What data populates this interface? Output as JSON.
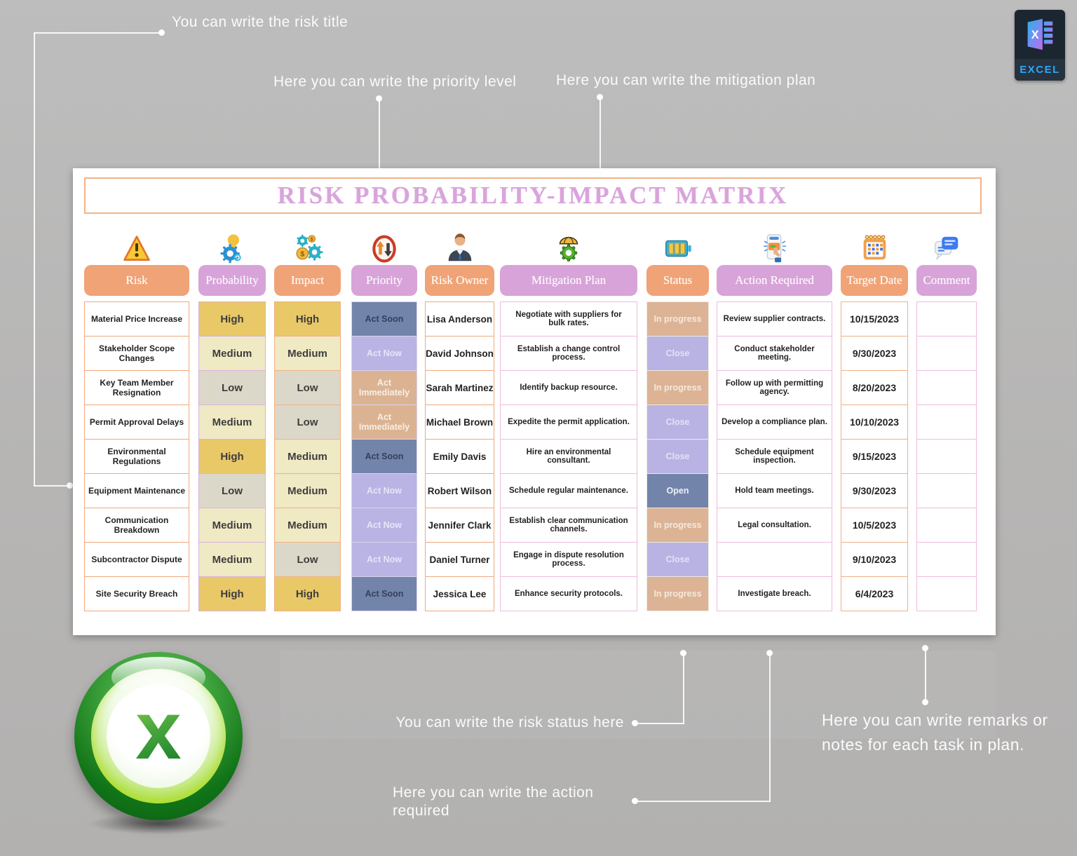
{
  "annotations": {
    "risk_title": "You can write the risk title",
    "priority_level": "Here you can write the priority level",
    "mitigation_plan": "Here you can write the mitigation plan",
    "risk_status": "You can write the risk status here",
    "action_required": "Here you can write the action required",
    "remarks": "Here you can write remarks or notes for each task in plan."
  },
  "excel_badge": {
    "label": "EXCEL"
  },
  "matrix": {
    "title": "RISK PROBABILITY-IMPACT MATRIX",
    "columns": [
      {
        "id": "risk",
        "label": "Risk",
        "icon": "warning-icon",
        "header_color": "orange"
      },
      {
        "id": "probability",
        "label": "Probability",
        "icon": "probability-bulb-gear-icon",
        "header_color": "plum"
      },
      {
        "id": "impact",
        "label": "Impact",
        "icon": "impact-gears-money-icon",
        "header_color": "orange"
      },
      {
        "id": "priority",
        "label": "Priority",
        "icon": "priority-sign-icon",
        "header_color": "plum"
      },
      {
        "id": "owner",
        "label": "Risk Owner",
        "icon": "person-icon",
        "header_color": "orange"
      },
      {
        "id": "mitigation",
        "label": "Mitigation Plan",
        "icon": "umbrella-gear-icon",
        "header_color": "plum"
      },
      {
        "id": "status",
        "label": "Status",
        "icon": "battery-icon",
        "header_color": "orange"
      },
      {
        "id": "action",
        "label": "Action Required",
        "icon": "tap-screen-icon",
        "header_color": "plum"
      },
      {
        "id": "target",
        "label": "Target Date",
        "icon": "calendar-icon",
        "header_color": "orange"
      },
      {
        "id": "comment",
        "label": "Comment",
        "icon": "speech-bubble-icon",
        "header_color": "plum"
      }
    ],
    "rows": [
      {
        "risk": "Material Price Increase",
        "probability": "High",
        "impact": "High",
        "priority": "Act Soon",
        "owner": "Lisa Anderson",
        "mitigation": "Negotiate with suppliers for bulk rates.",
        "status": "In progress",
        "action": "Review supplier contracts.",
        "target": "10/15/2023",
        "comment": ""
      },
      {
        "risk": "Stakeholder Scope Changes",
        "probability": "Medium",
        "impact": "Medium",
        "priority": "Act Now",
        "owner": "David Johnson",
        "mitigation": "Establish a change control process.",
        "status": "Close",
        "action": "Conduct stakeholder meeting.",
        "target": "9/30/2023",
        "comment": ""
      },
      {
        "risk": "Key Team Member Resignation",
        "probability": "Low",
        "impact": "Low",
        "priority": "Act Immediately",
        "owner": "Sarah Martinez",
        "mitigation": "Identify backup resource.",
        "status": "In progress",
        "action": "Follow up with permitting agency.",
        "target": "8/20/2023",
        "comment": ""
      },
      {
        "risk": "Permit Approval Delays",
        "probability": "Medium",
        "impact": "Low",
        "priority": "Act Immediately",
        "owner": "Michael Brown",
        "mitigation": "Expedite the permit application.",
        "status": "Close",
        "action": "Develop a compliance plan.",
        "target": "10/10/2023",
        "comment": ""
      },
      {
        "risk": "Environmental Regulations",
        "probability": "High",
        "impact": "Medium",
        "priority": "Act Soon",
        "owner": "Emily Davis",
        "mitigation": "Hire an environmental consultant.",
        "status": "Close",
        "action": "Schedule equipment inspection.",
        "target": "9/15/2023",
        "comment": ""
      },
      {
        "risk": "Equipment Maintenance",
        "probability": "Low",
        "impact": "Medium",
        "priority": "Act Now",
        "owner": "Robert Wilson",
        "mitigation": "Schedule regular maintenance.",
        "status": "Open",
        "action": "Hold team meetings.",
        "target": "9/30/2023",
        "comment": ""
      },
      {
        "risk": "Communication Breakdown",
        "probability": "Medium",
        "impact": "Medium",
        "priority": "Act Now",
        "owner": "Jennifer Clark",
        "mitigation": "Establish clear communication channels.",
        "status": "In progress",
        "action": "Legal consultation.",
        "target": "10/5/2023",
        "comment": ""
      },
      {
        "risk": "Subcontractor Dispute",
        "probability": "Medium",
        "impact": "Low",
        "priority": "Act Now",
        "owner": "Daniel Turner",
        "mitigation": "Engage in dispute resolution process.",
        "status": "Close",
        "action": "",
        "target": "9/10/2023",
        "comment": ""
      },
      {
        "risk": "Site Security Breach",
        "probability": "High",
        "impact": "High",
        "priority": "Act Soon",
        "owner": "Jessica Lee",
        "mitigation": "Enhance security protocols.",
        "status": "In progress",
        "action": "Investigate breach.",
        "target": "6/4/2023",
        "comment": ""
      }
    ]
  },
  "colors": {
    "header_orange": "#f0a376",
    "header_plum": "#d8a3d8",
    "panel_border_orange": "#f3b287",
    "title_text": "#d9a4dc",
    "annotation_text": "#fbfbfb",
    "value_styles": {
      "High": {
        "bg": "#e9c868",
        "fg": "#3d3d3d"
      },
      "Medium": {
        "bg": "#efe9c4",
        "fg": "#3d3d3d"
      },
      "Low": {
        "bg": "#dcd8c9",
        "fg": "#3d3d3d"
      },
      "Act Soon": {
        "bg": "#7384ab",
        "fg": "#333f5e"
      },
      "Act Now": {
        "bg": "#bab4e4",
        "fg": "#e7e4f8"
      },
      "Act Immediately": {
        "bg": "#dcb392",
        "fg": "#f7efe6"
      },
      "In progress": {
        "bg": "#dcb394",
        "fg": "#f4eade"
      },
      "Close": {
        "bg": "#b9b3e3",
        "fg": "#e3e0f5"
      },
      "Open": {
        "bg": "#7384ab",
        "fg": "#eef1f7"
      }
    }
  }
}
